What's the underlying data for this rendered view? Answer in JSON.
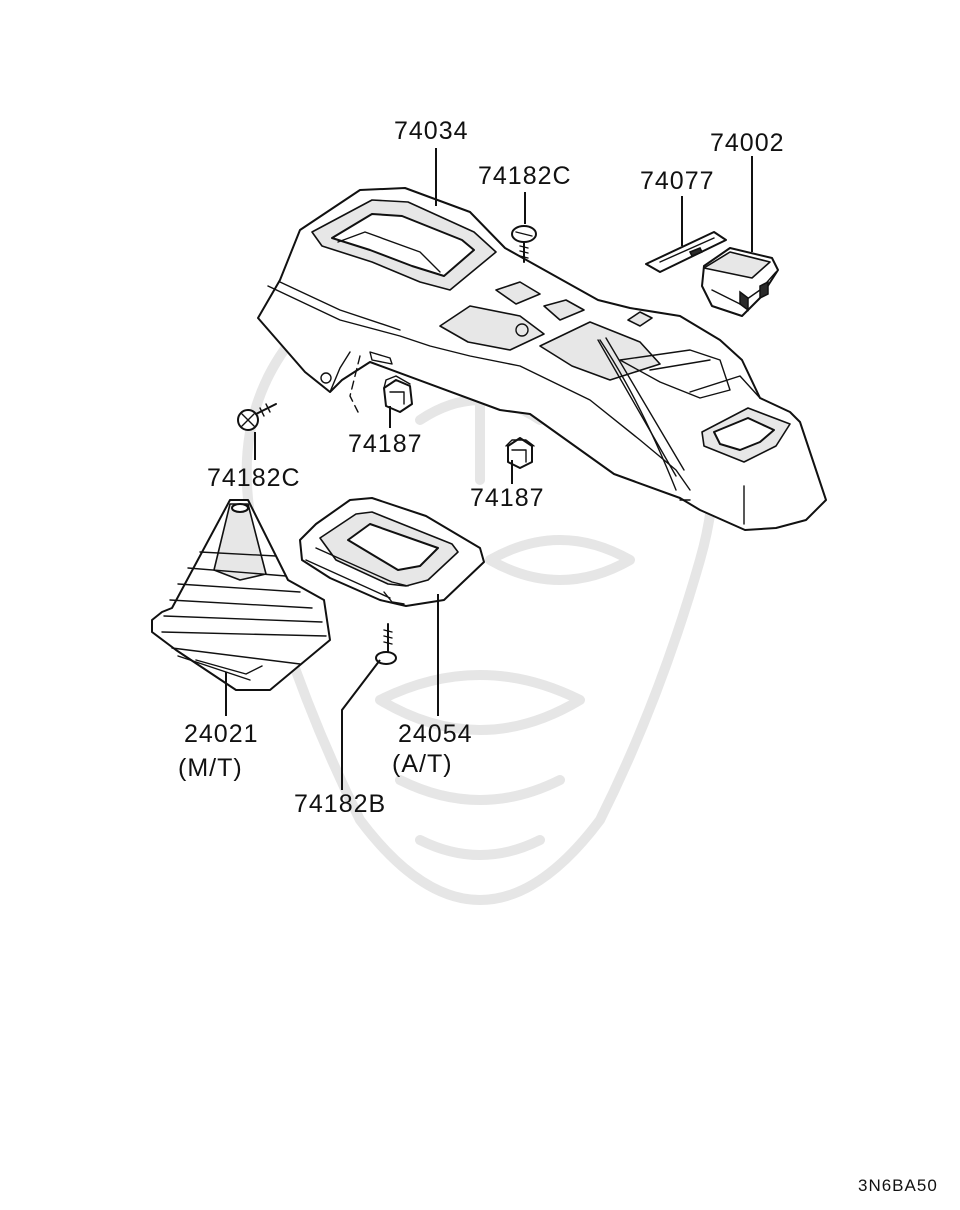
{
  "diagram": {
    "labels": {
      "p74034": "74034",
      "p74182C_top": "74182C",
      "p74002": "74002",
      "p74077": "74077",
      "p74182C_left": "74182C",
      "p74187_a": "74187",
      "p74187_b": "74187",
      "p24021": "24021",
      "p24021_note": "(M/T)",
      "p24054": "24054",
      "p24054_note": "(A/T)",
      "p74182B": "74182B"
    },
    "figure_code": "3N6BA50"
  }
}
